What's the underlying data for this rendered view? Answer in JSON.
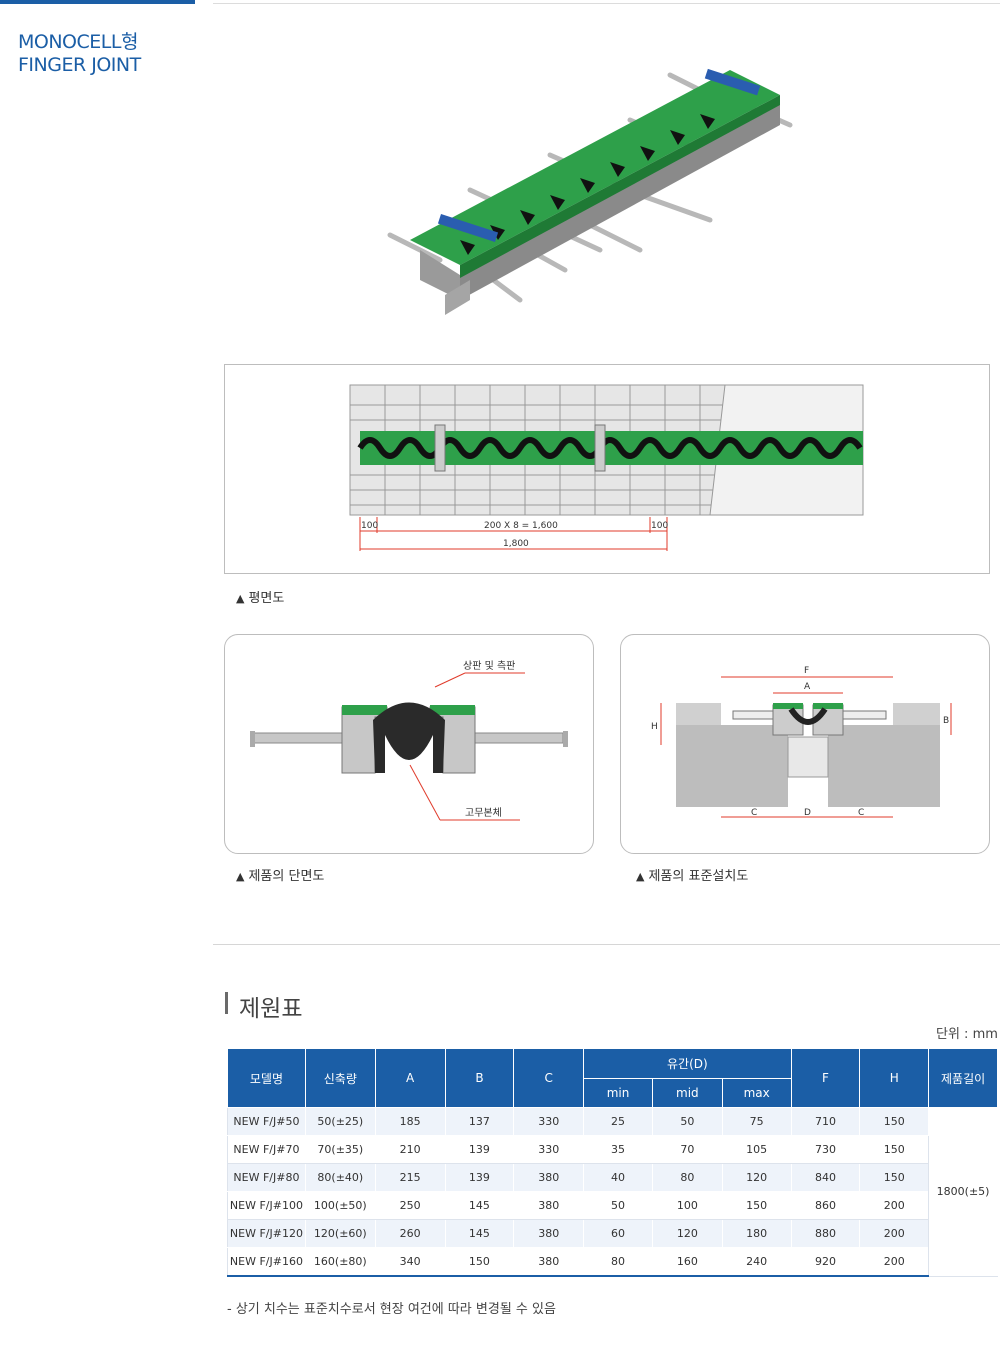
{
  "side": {
    "title_line1": "MONOCELL형",
    "title_line2": "FINGER JOINT"
  },
  "plan": {
    "dim_left": "100",
    "dim_middle": "200 X 8 = 1,600",
    "dim_right": "100",
    "dim_total": "1,800"
  },
  "captions": {
    "plan": "평면도",
    "section": "제품의 단면도",
    "install": "제품의 표준설치도"
  },
  "section_labels": {
    "top": "상판 및 측판",
    "bottom": "고무본체"
  },
  "install_labels": {
    "F": "F",
    "A": "A",
    "H": "H",
    "B": "B",
    "C1": "C",
    "D": "D",
    "C2": "C"
  },
  "spec": {
    "title": "제원표",
    "unit": "단위 : mm",
    "headers": {
      "model": "모델명",
      "stretch": "신축량",
      "A": "A",
      "B": "B",
      "C": "C",
      "gap": "유간(D)",
      "min": "min",
      "mid": "mid",
      "max": "max",
      "F": "F",
      "H": "H",
      "length": "제품길이"
    },
    "length_value": "1800(±5)",
    "rows": [
      [
        "NEW F/J#50",
        "50(±25)",
        "185",
        "137",
        "330",
        "25",
        "50",
        "75",
        "710",
        "150"
      ],
      [
        "NEW F/J#70",
        "70(±35)",
        "210",
        "139",
        "330",
        "35",
        "70",
        "105",
        "730",
        "150"
      ],
      [
        "NEW F/J#80",
        "80(±40)",
        "215",
        "139",
        "380",
        "40",
        "80",
        "120",
        "840",
        "150"
      ],
      [
        "NEW F/J#100",
        "100(±50)",
        "250",
        "145",
        "380",
        "50",
        "100",
        "150",
        "860",
        "200"
      ],
      [
        "NEW F/J#120",
        "120(±60)",
        "260",
        "145",
        "380",
        "60",
        "120",
        "180",
        "880",
        "200"
      ],
      [
        "NEW F/J#160",
        "160(±80)",
        "340",
        "150",
        "380",
        "80",
        "160",
        "240",
        "920",
        "200"
      ]
    ],
    "note": "- 상기 치수는 표준치수로서 현장 여건에 따라 변경될 수 있음"
  }
}
